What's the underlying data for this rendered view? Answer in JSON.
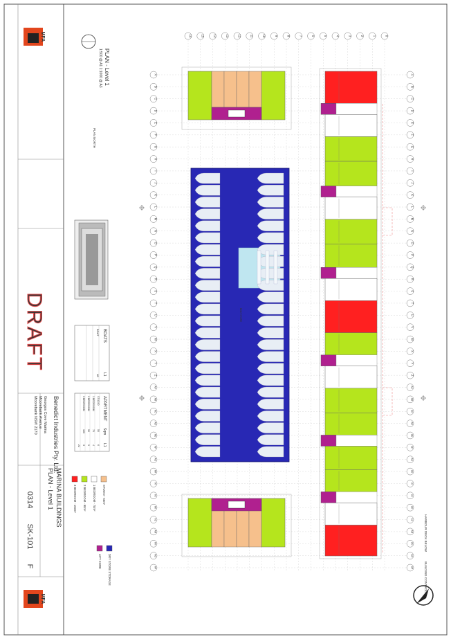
{
  "sheet": {
    "plan_title": "PLAN - Level 1",
    "plan_scale": "1:500 @ A1  1:1000 @ A3",
    "north_label": "PLAN NORTH",
    "project": "MARINA BUILDINGS",
    "drawing_title": "PLAN - Level 1",
    "client": "Benedict Industries Pty. Ltd.",
    "site_lines": [
      "Georges Cove Marina",
      "Moorebank Avenue",
      "Moorebank NSW 2170"
    ],
    "job_number": "0314",
    "drawing_number": "SK-101",
    "revision": "F",
    "status_stamp": "DRAFT",
    "firm_mark": "MFA",
    "label_harbour_below": "HARBOUR DECK BELOW",
    "label_building_controls": "BUILDING CONTROLS"
  },
  "boats_table": {
    "title": "BOATS",
    "columns": [
      "",
      "L1"
    ],
    "rows": [
      [
        "BOAT",
        "48"
      ],
      [
        "",
        ""
      ],
      [
        "",
        ""
      ]
    ]
  },
  "apartment_table": {
    "title": "APARTMENT",
    "columns": [
      "Type",
      "Sqm",
      "L1"
    ],
    "rows": [
      [
        "STUDIO",
        "50",
        "6"
      ],
      [
        "1 BEDROOM",
        "70",
        "4"
      ],
      [
        "2 BEDROOM",
        "90",
        "9"
      ],
      [
        "3 BEDROOM",
        "160",
        "3"
      ],
      [
        "",
        "",
        "22"
      ]
    ]
  },
  "legend": [
    {
      "label": "STUDIO - 50m²",
      "color": "#f6c08c"
    },
    {
      "label": "1 BEDROOM - 70m²",
      "color": "#ffffff"
    },
    {
      "label": "2 BEDROOM - 90m²",
      "color": "#b5e51d"
    },
    {
      "label": "3 BEDROOM - 160m²",
      "color": "#ff2020"
    },
    {
      "label": "DRY STORE STORAGE",
      "color": "#2828b4"
    },
    {
      "label": "LIFT CORE",
      "color": "#b0208f"
    }
  ],
  "grid": {
    "numbers": [
      "0",
      "1",
      "2",
      "3",
      "4",
      "5",
      "6",
      "7",
      "8",
      "9",
      "10",
      "11",
      "12",
      "13",
      "14",
      "15",
      "16"
    ],
    "letters": [
      "A",
      "B",
      "C",
      "D",
      "E",
      "F",
      "G",
      "H",
      "I",
      "J",
      "K",
      "L",
      "M",
      "N",
      "O",
      "P",
      "Q",
      "R",
      "S",
      "T",
      "U",
      "V",
      "W",
      "X",
      "Y",
      "Z",
      "AA",
      "AB",
      "AC",
      "AD",
      "AE",
      "AF",
      "AG",
      "AH",
      "AI",
      "AJ",
      "AK",
      "AL",
      "AM",
      "AN",
      "AO",
      "AP"
    ]
  },
  "colors": {
    "studio": "#f6c08c",
    "one_bed": "#ffffff",
    "two_bed": "#b5e51d",
    "three_bed": "#ff2020",
    "core": "#b0208f",
    "storage": "#2828b4",
    "highlight": "#bfe6f0"
  },
  "storage_label": "BOAT STORE"
}
